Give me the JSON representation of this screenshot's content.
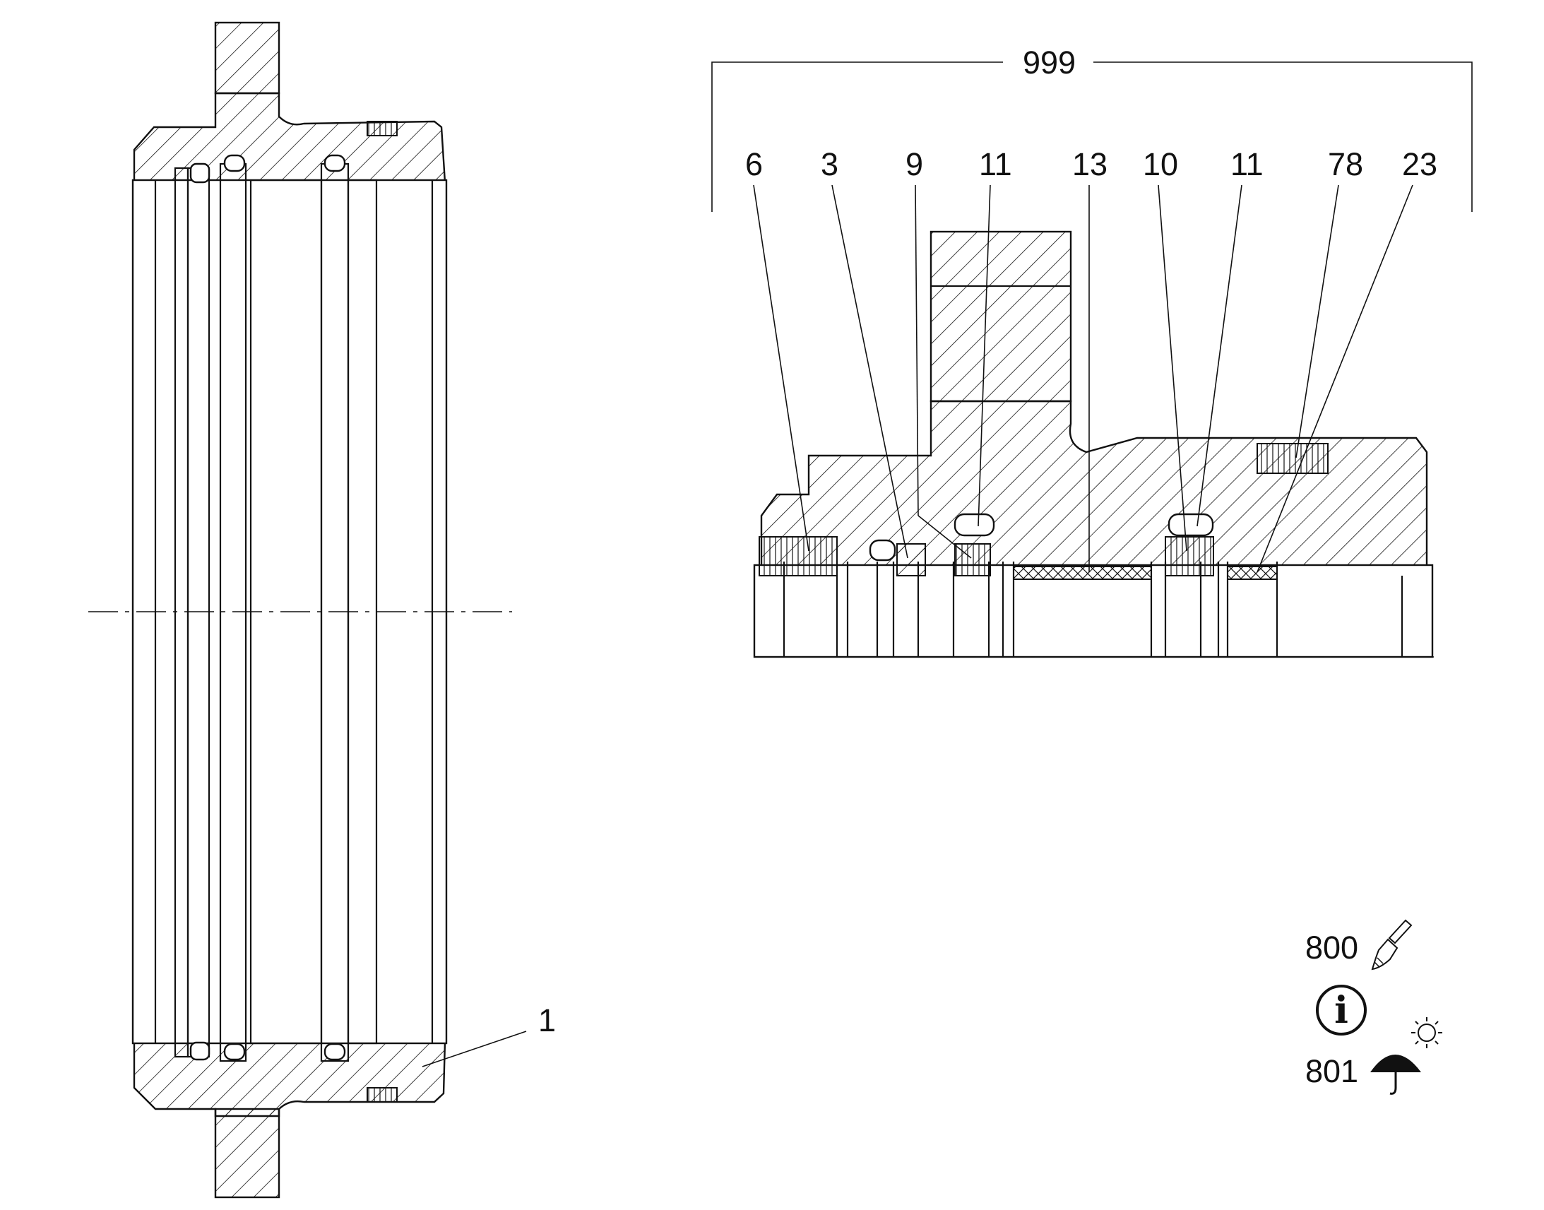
{
  "drawing": {
    "assembly_label": "999",
    "left_view": {
      "callouts": [
        "1"
      ]
    },
    "right_view": {
      "callouts": [
        "6",
        "3",
        "9",
        "11",
        "13",
        "10",
        "11",
        "78",
        "23"
      ]
    }
  },
  "legend": {
    "items": [
      {
        "code": "800",
        "icon": "brush-icon"
      },
      {
        "code": "",
        "icon": "info-icon",
        "glyph": "i"
      },
      {
        "code": "801",
        "icon": "umbrella-sun-icon"
      }
    ]
  }
}
